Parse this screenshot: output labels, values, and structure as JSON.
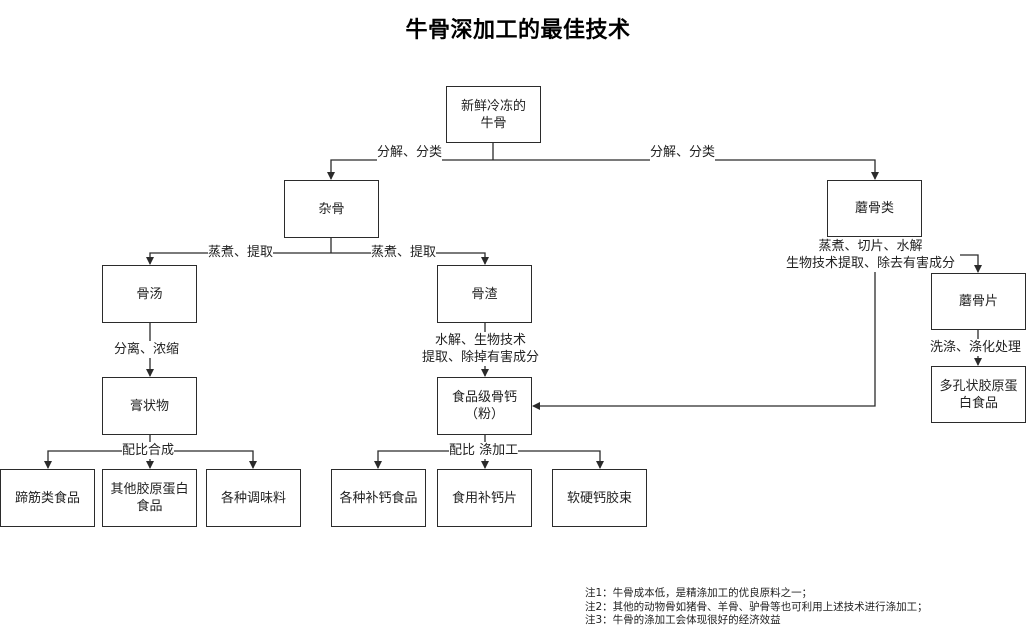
{
  "title": "牛骨深加工的最佳技术",
  "nodes": {
    "root": "新鲜冷冻的\n牛骨",
    "misc_bone": "杂骨",
    "mushroom_bone": "蘑骨类",
    "bone_soup": "骨汤",
    "bone_residue": "骨渣",
    "paste": "膏状物",
    "calcium_powder": "食品级骨钙\n（粉）",
    "mushroom_slice": "蘑骨片",
    "porous_collagen": "多孔状胶原蛋\n白食品",
    "tendon_food": "蹄筋类食品",
    "other_collagen": "其他胶原蛋白\n食品",
    "seasonings": "各种调味料",
    "calcium_foods": "各种补钙食品",
    "calcium_tablets": "食用补钙片",
    "calcium_capsules": "软硬钙胶束"
  },
  "edge_labels": {
    "root_left": "分解、分类",
    "root_right": "分解、分类",
    "misc_left": "蒸煮、提取",
    "misc_right": "蒸煮、提取",
    "soup_down": "分离、浓缩",
    "residue_down": "水解、生物技术\n提取、除掉有害成分",
    "mushroom_down": "蒸煮、切片、水解\n生物技术提取、除去有害成分",
    "slice_down": "洗涤、涤化处理",
    "paste_down": "配比合成",
    "calcium_down": "配比 涤加工"
  },
  "notes": [
    "注1：牛骨成本低，是精涤加工的优良原料之一；",
    "注2：其他的动物骨如猪骨、羊骨、驴骨等也可利用上述技术进行涤加工；",
    "注3：牛骨的涤加工会体现很好的经济效益"
  ],
  "colors": {
    "line": "#2b2b2b",
    "text": "#222222"
  }
}
